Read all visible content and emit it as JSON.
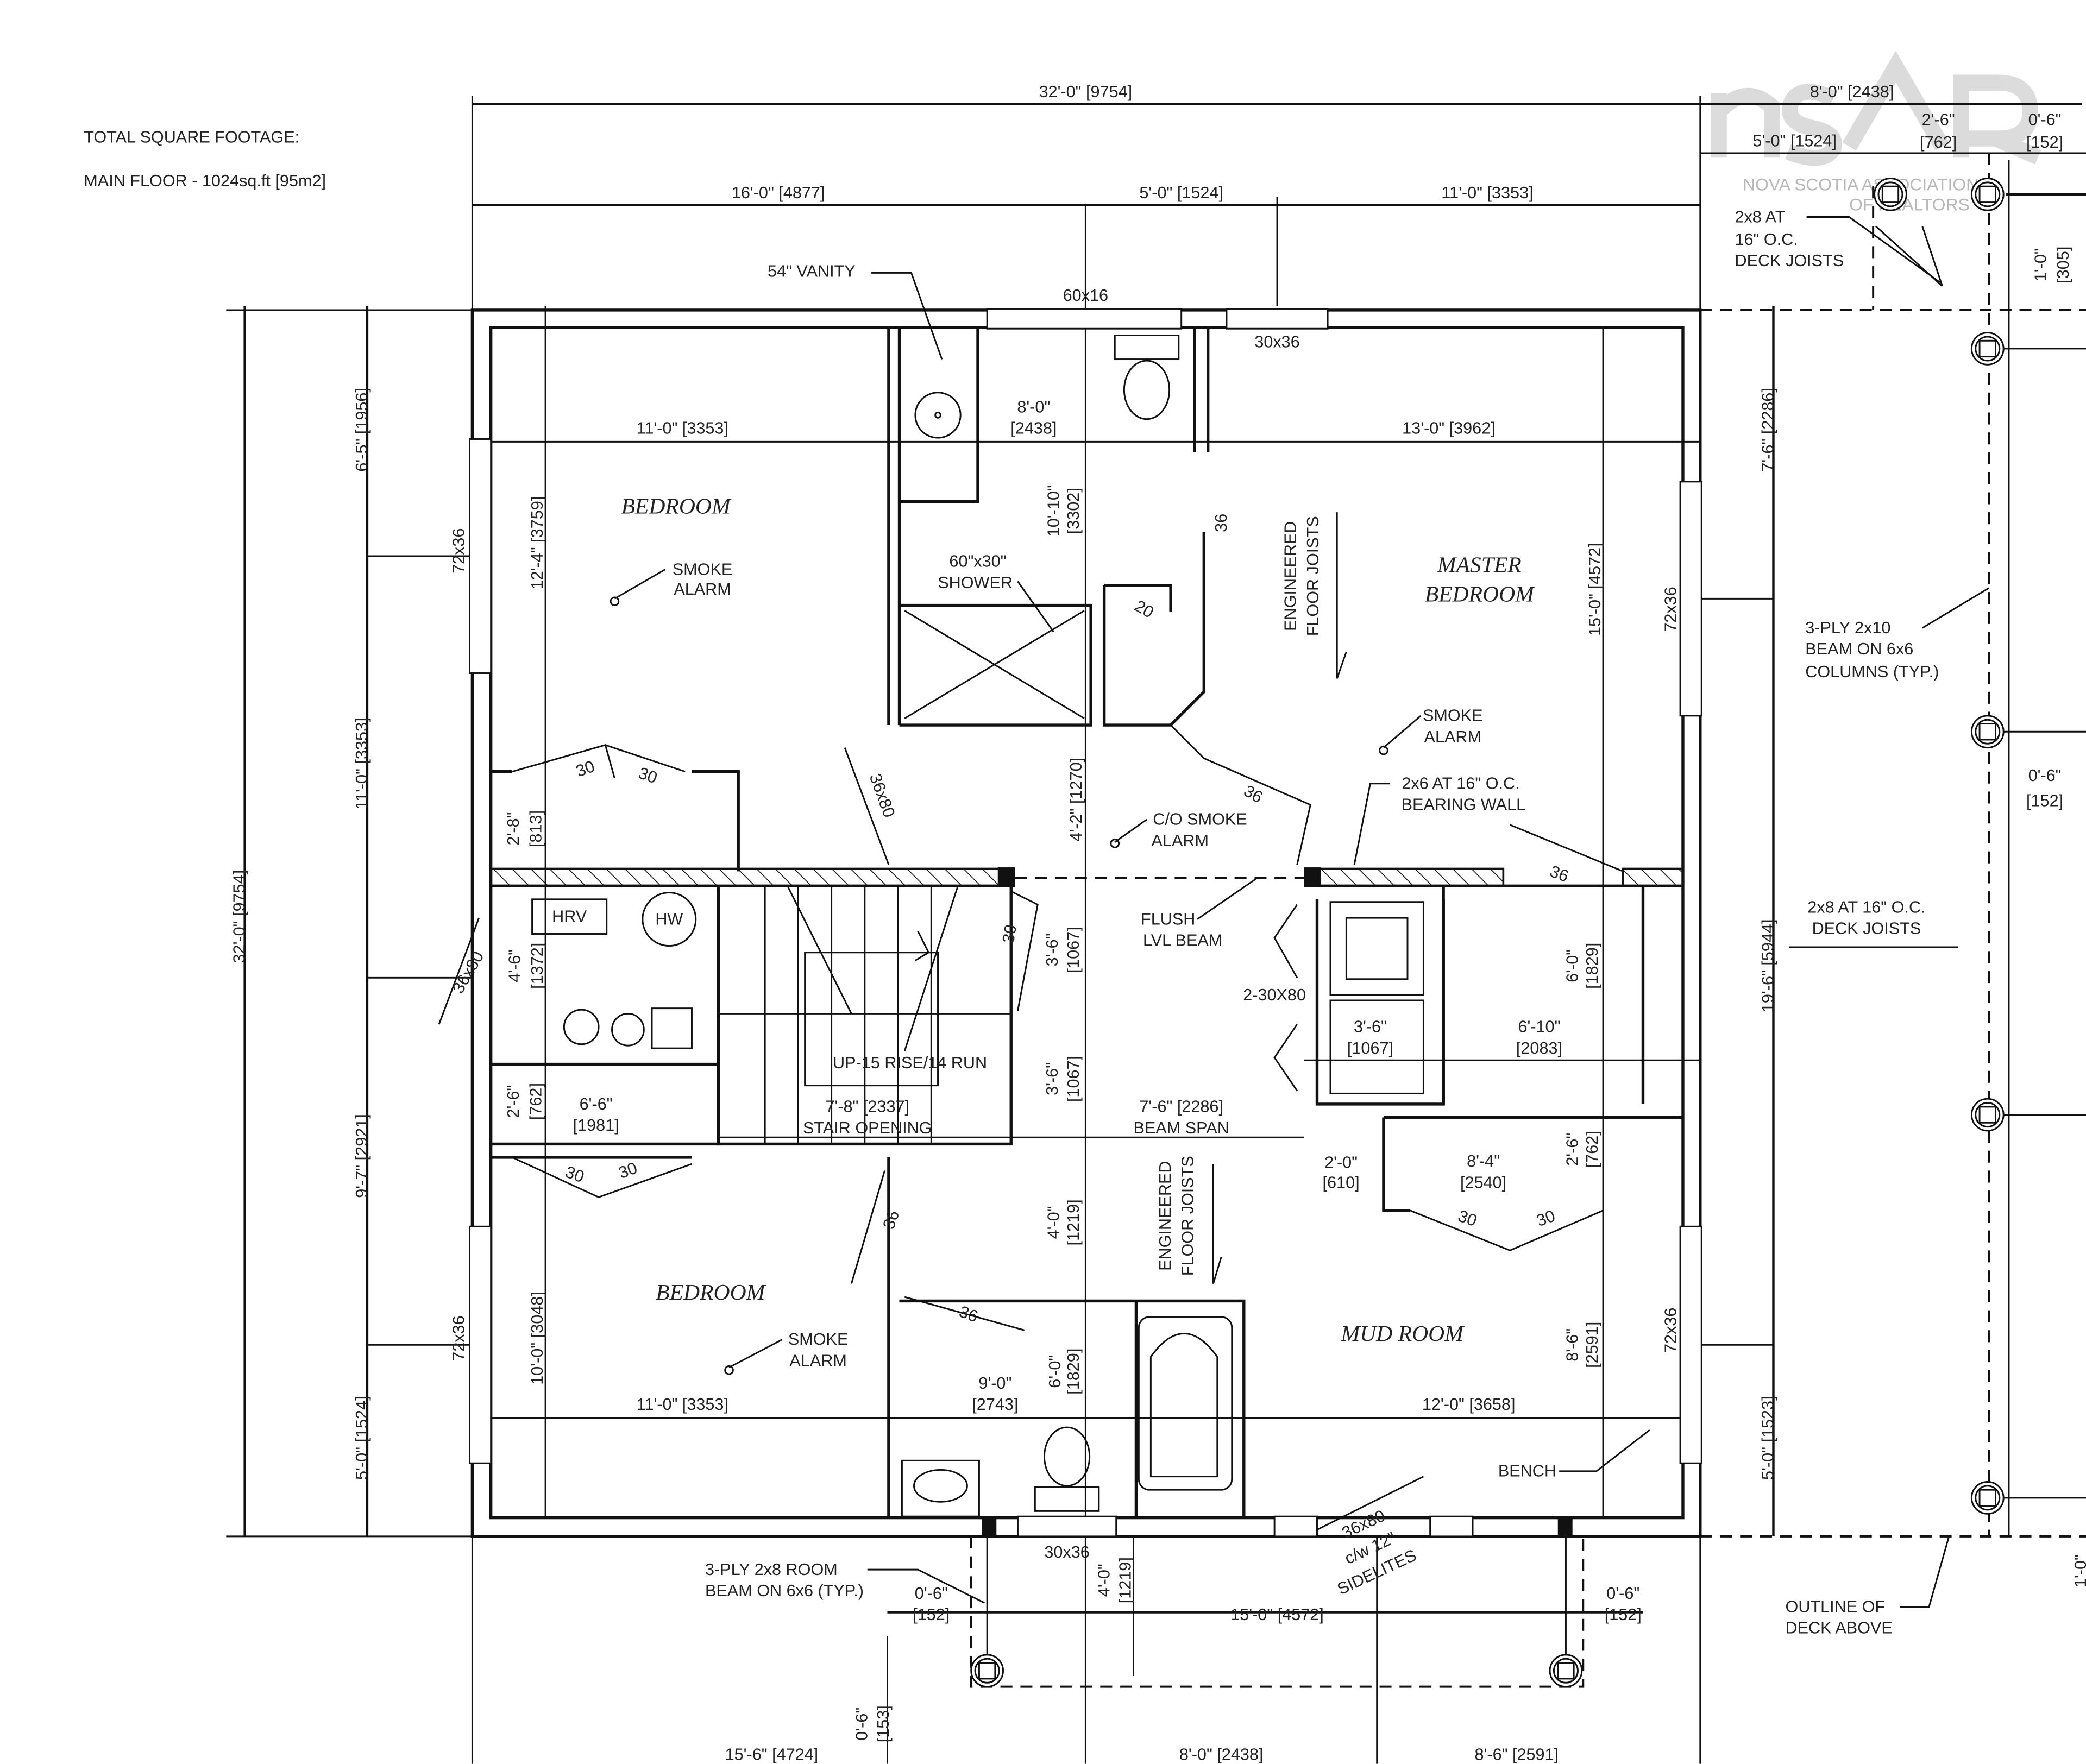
{
  "notes": {
    "total_sqft_title": "TOTAL SQUARE FOOTAGE:",
    "main_floor": "MAIN FLOOR - 1024sq.ft [95m2]"
  },
  "watermark": {
    "logo": "nsar",
    "line1": "NOVA SCOTIA ASSOCIATION",
    "line2": "OF REALTORS"
  },
  "rooms": {
    "bedroom_nw": "BEDROOM",
    "master_1": "MASTER",
    "master_2": "BEDROOM",
    "bedroom_sw": "BEDROOM",
    "mud_room": "MUD ROOM"
  },
  "labels": {
    "dim_top_total": "32'-0\" [9754]",
    "dim_top_a": "16'-0\" [4877]",
    "dim_top_b": "5'-0\" [1524]",
    "dim_top_c": "11'-0\" [3353]",
    "dim_deck_8": "8'-0\" [2438]",
    "dim_deck_26a": "2'-6\"",
    "dim_deck_26b": "[762]",
    "dim_deck_06a": "0'-6\"",
    "dim_deck_06b": "[152]",
    "dim_deck_5": "5'-0\" [1524]",
    "dim_deck_10a": "1'-0\"",
    "dim_deck_10b": "[305]",
    "deck_joists_1": "2x8 AT",
    "deck_joists_2": "16\" O.C.",
    "deck_joists_3": "DECK JOISTS",
    "vanity": "54\" VANITY",
    "win_60x16": "60x16",
    "win_30x36_top": "30x36",
    "dim_left_65": "6'-5\" [1956]",
    "dim_left_11": "11'-0\" [3353]",
    "dim_left_total": "32'-0\" [9754]",
    "dim_left_97": "9'-7\" [2921]",
    "dim_left_5": "5'-0\" [1524]",
    "win_72x36_nw": "72x36",
    "win_72x36_sw": "72x36",
    "dim_124": "12'-4\" [3759]",
    "dim_11_top": "11'-0\" [3353]",
    "dim_8_a": "8'-0\"",
    "dim_8_b": "[2438]",
    "dim_13": "13'-0\" [3962]",
    "smoke1_a": "SMOKE",
    "smoke1_b": "ALARM",
    "shower_a": "60\"x30\"",
    "shower_b": "SHOWER",
    "dim_1010_a": "10'-10\"",
    "dim_1010_b": "[3302]",
    "door_36_closet": "36",
    "door_20": "20",
    "eng_joists_top_a": "ENGINEERED",
    "eng_joists_top_b": "FLOOR JOISTS",
    "dim_15": "15'-0\" [4572]",
    "win_72x36_e": "72x36",
    "dim_76_right": "7'-6\" [2286]",
    "beam_3ply_a": "3-PLY 2x10",
    "beam_3ply_b": "BEAM ON 6x6",
    "beam_3ply_c": "COLUMNS (TYP.)",
    "smoke2_a": "SMOKE",
    "smoke2_b": "ALARM",
    "bearing_a": "2x6 AT 16\" O.C.",
    "bearing_b": "BEARING WALL",
    "door_36_master": "36",
    "door_30_a": "30",
    "door_30_b": "30",
    "door_36x80_hall": "36x80",
    "dim_28_a": "2'-8\"",
    "dim_28_b": "[813]",
    "dim_42": "4'-2\" [1270]",
    "co_a": "C/O SMOKE",
    "co_b": "ALARM",
    "door_36_mb": "36",
    "dim_r06_a": "0'-6\"",
    "dim_r06_b": "[152]",
    "deck_joists_r_a": "2x8 AT 16\" O.C.",
    "deck_joists_r_b": "DECK JOISTS",
    "hrv": "HRV",
    "hw": "HW",
    "door_36x80_side": "36x80",
    "dim_46_a": "4'-6\"",
    "dim_46_b": "[1372]",
    "door_30_stair": "30",
    "dim_36a_a": "3'-6\"",
    "dim_36a_b": "[1067]",
    "flush_a": "FLUSH",
    "flush_b": "LVL BEAM",
    "dim_60r_a": "6'-0\"",
    "dim_60r_b": "[1829]",
    "dim_196": "19'-6\" [5944]",
    "door_2_30x80": "2-30X80",
    "dim_36c_a": "3'-6\"",
    "dim_36c_b": "[1067]",
    "dim_610_a": "6'-10\"",
    "dim_610_b": "[2083]",
    "stairs": "UP-15 RISE/14 RUN",
    "dim_36b_a": "3'-6\"",
    "dim_36b_b": "[1067]",
    "dim_26l_a": "2'-6\"",
    "dim_26l_b": "[762]",
    "dim_66_a": "6'-6\"",
    "dim_66_b": "[1981]",
    "dim_78_a": "7'-8\" [2337]",
    "dim_78_b": "STAIR OPENING",
    "dim_76_a": "7'-6\" [2286]",
    "dim_76_b": "BEAM SPAN",
    "dim_20_a": "2'-0\"",
    "dim_20_b": "[610]",
    "dim_84_a": "8'-4\"",
    "dim_84_b": "[2540]",
    "dim_26r_a": "2'-6\"",
    "dim_26r_b": "[762]",
    "door_30_c": "30",
    "door_30_d": "30",
    "door_30_e": "30",
    "door_30_f": "30",
    "door_36_sw": "36",
    "eng_joists_bot_a": "ENGINEERED",
    "eng_joists_bot_b": "FLOOR JOISTS",
    "dim_40_a": "4'-0\"",
    "dim_40_b": "[1219]",
    "door_36_bath": "36",
    "smoke3_a": "SMOKE",
    "smoke3_b": "ALARM",
    "dim_100": "10'-0\" [3048]",
    "dim_86_a": "8'-6\"",
    "dim_86_b": "[2591]",
    "win_72x36_se": "72x36",
    "dim_90_a": "9'-0\"",
    "dim_90_b": "[2743]",
    "dim_60b_a": "6'-0\"",
    "dim_60b_b": "[1829]",
    "dim_11_bot": "11'-0\" [3353]",
    "dim_12": "12'-0\" [3658]",
    "dim_5_right": "5'-0\" [1523]",
    "bench": "BENCH",
    "win_30x36_bot": "30x36",
    "entry_a": "36x80",
    "entry_b": "c/w 12\"",
    "entry_c": "SIDELITES",
    "room_beam_a": "3-PLY 2x8 ROOM",
    "room_beam_b": "BEAM ON 6x6 (TYP.)",
    "dim_b06l_a": "0'-6\"",
    "dim_b06l_b": "[152]",
    "dim_b40_a": "4'-0\"",
    "dim_b40_b": "[1219]",
    "dim_b15": "15'-0\" [4572]",
    "dim_b06r_a": "0'-6\"",
    "dim_b06r_b": "[152]",
    "outline_a": "OUTLINE OF",
    "outline_b": "DECK ABOVE",
    "dim_b10": "1'-0\"",
    "dim_b06v_a": "0'-6\"",
    "dim_b06v_b": "[153]",
    "dim_bot_a": "15'-6\" [4724]",
    "dim_bot_b": "8'-0\" [2438]",
    "dim_bot_c": "8'-6\" [2591]"
  }
}
